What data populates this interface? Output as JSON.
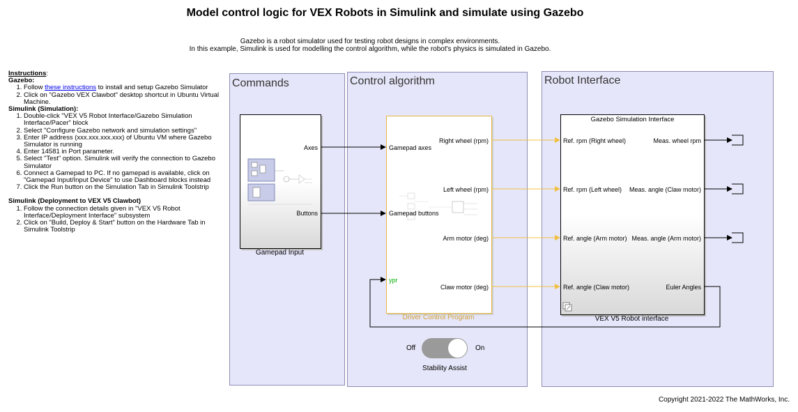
{
  "title": "Model control logic for VEX Robots in Simulink and simulate using Gazebo",
  "description": {
    "line1": "Gazebo is a robot simulator used for testing robot designs in complex environments.",
    "line2": "In this example, Simulink is used for modelling the control algorithm, while the robot's physics is simulated in Gazebo."
  },
  "instructions": {
    "heading": "Instructions",
    "gazebo_heading": "Gazebo:",
    "gazebo_step1_prefix": "Follow ",
    "gazebo_step1_link": "these instructions",
    "gazebo_step1_suffix": " to install and setup Gazebo Simulator",
    "gazebo_step2": "Click on \"Gazebo VEX Clawbot\" desktop shortcut in Ubuntu Virtual Machine.",
    "sim_heading": "Simulink (Simulation):",
    "sim_steps": [
      "Double-click \"VEX V5 Robot Interface/Gazebo Simulation Interface/Pacer\" block",
      "Select \"Configure Gazebo network and simulation settings\"",
      "Enter IP address (xxx.xxx.xxx.xxx) of Ubuntu VM where Gazebo Simulator is running",
      "Enter 14581 in Port parameter.",
      "Select \"Test\" option. Simulink will verify the connection to Gazebo Simulator",
      "Connect a Gamepad to PC. If no gamepad is available, click on \"Gamepad Input/Input Device\" to use Dashboard blocks instead",
      "Click the Run button on the Simulation Tab in Simulink Toolstrip"
    ],
    "deploy_heading": "Simulink (Deployment to VEX V5 Clawbot)",
    "deploy_steps": [
      " Follow the connection details given in \"VEX V5 Robot Interface/Deployment Interface\" subsystem",
      " Click on \"Build, Deploy & Start\" button on the Hardware Tab in Simulink Toolstrip"
    ]
  },
  "areas": {
    "commands": "Commands",
    "control": "Control algorithm",
    "robot": "Robot Interface"
  },
  "gamepad_block": {
    "caption": "Gamepad Input",
    "ports_out": [
      "Axes",
      "Buttons"
    ]
  },
  "driver_block": {
    "caption": "Driver Control Program",
    "ports_in": [
      "Gamepad axes",
      "Gamepad buttons",
      "ypr"
    ],
    "ports_out": [
      "Right wheel (rpm)",
      "Left wheel (rpm)",
      "Arm motor (deg)",
      "Claw motor (deg)"
    ]
  },
  "vex_block": {
    "inner_title": "Gazebo Simulation Interface",
    "caption": "VEX V5 Robot interface",
    "ports_in": [
      "Ref. rpm (Right wheel)",
      "Ref. rpm (Left wheel)",
      "Ref. angle (Arm motor)",
      "Ref. angle (Claw motor)"
    ],
    "ports_out": [
      "Meas. wheel rpm",
      "Meas. angle (Claw motor)",
      "Meas. angle (Arm motor)",
      "Euler Angles"
    ]
  },
  "toggle": {
    "off_label": "Off",
    "on_label": "On",
    "caption": "Stability Assist",
    "state": "on"
  },
  "copyright": "Copyright 2021-2022 The MathWorks, Inc.",
  "colors": {
    "area_fill": "#e6e6fa",
    "wire_signal": "#f0c040",
    "link": "#0000ee",
    "ypr_port": "#00b000"
  }
}
